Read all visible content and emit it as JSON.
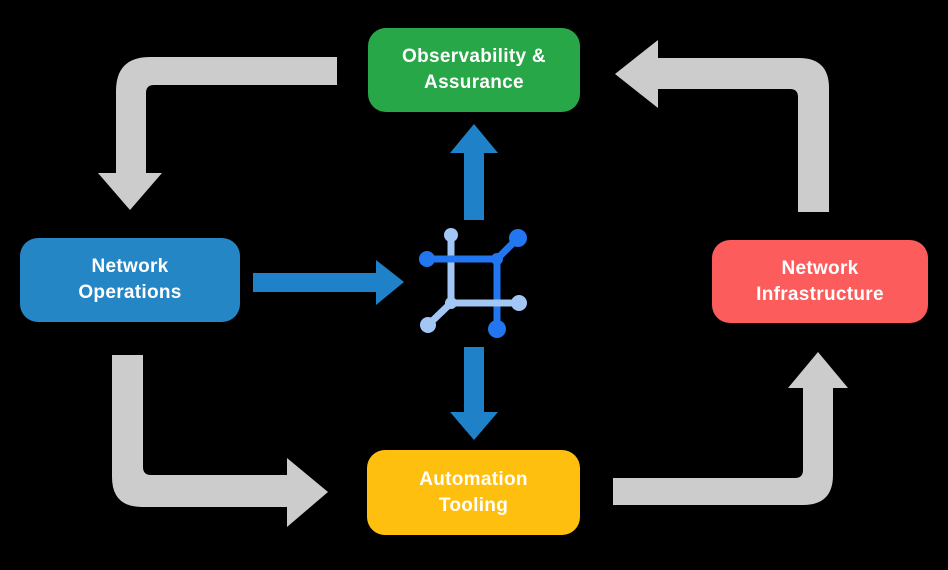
{
  "background_color": "#000000",
  "nodes": {
    "observability": {
      "label": "Observability &\nAssurance",
      "color": "#27A747"
    },
    "operations": {
      "label": "Network\nOperations",
      "color": "#2586C6"
    },
    "infrastructure": {
      "label": "Network\nInfrastructure",
      "color": "#FC5C5C"
    },
    "automation": {
      "label": "Automation\nTooling",
      "color": "#FFBF0F"
    }
  },
  "arrows": {
    "cycle_color": "#CCCCCC",
    "flow_color": "#1F82C8"
  },
  "center_icon": {
    "name": "network-topology-icon",
    "dark_color": "#2276F0",
    "light_color": "#A2C7F5"
  }
}
